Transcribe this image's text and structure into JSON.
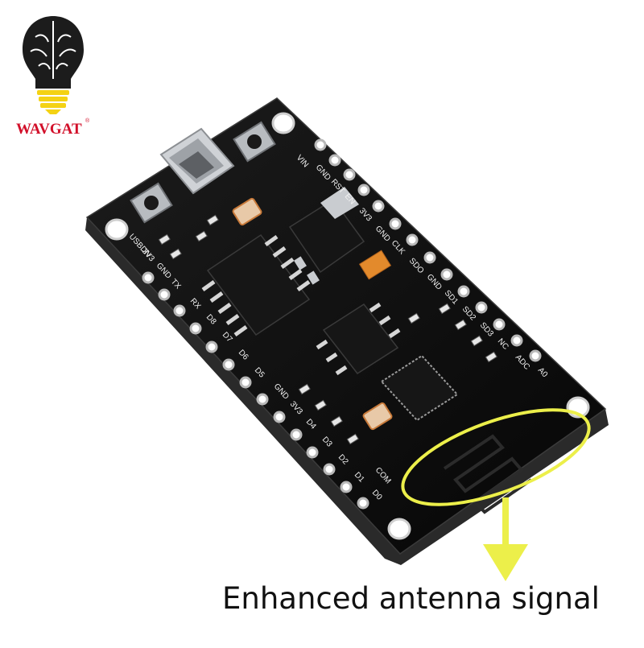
{
  "brand": {
    "name": "WAVGAT",
    "registered": "®"
  },
  "caption": "Enhanced antenna signal",
  "board": {
    "pins_top": [
      "VIN",
      "GND",
      "RST",
      "EN",
      "3V3",
      "GND",
      "CLK",
      "SDO",
      "GND",
      "SD1",
      "SD2",
      "SD3",
      "NC",
      "ADC",
      "A0"
    ],
    "pins_bottom": [
      "USBDN",
      "3V3",
      "GND",
      "TX",
      "RX",
      "D8",
      "D7",
      "D6",
      "D5",
      "GND",
      "3V3",
      "D4",
      "D3",
      "D2",
      "D1",
      "COM",
      "D0"
    ]
  },
  "colors": {
    "brand_red": "#d2102a",
    "highlight_yellow": "#ecef4a",
    "pcb": "#0d0d0d",
    "bulb_yellow": "#f4d214"
  }
}
